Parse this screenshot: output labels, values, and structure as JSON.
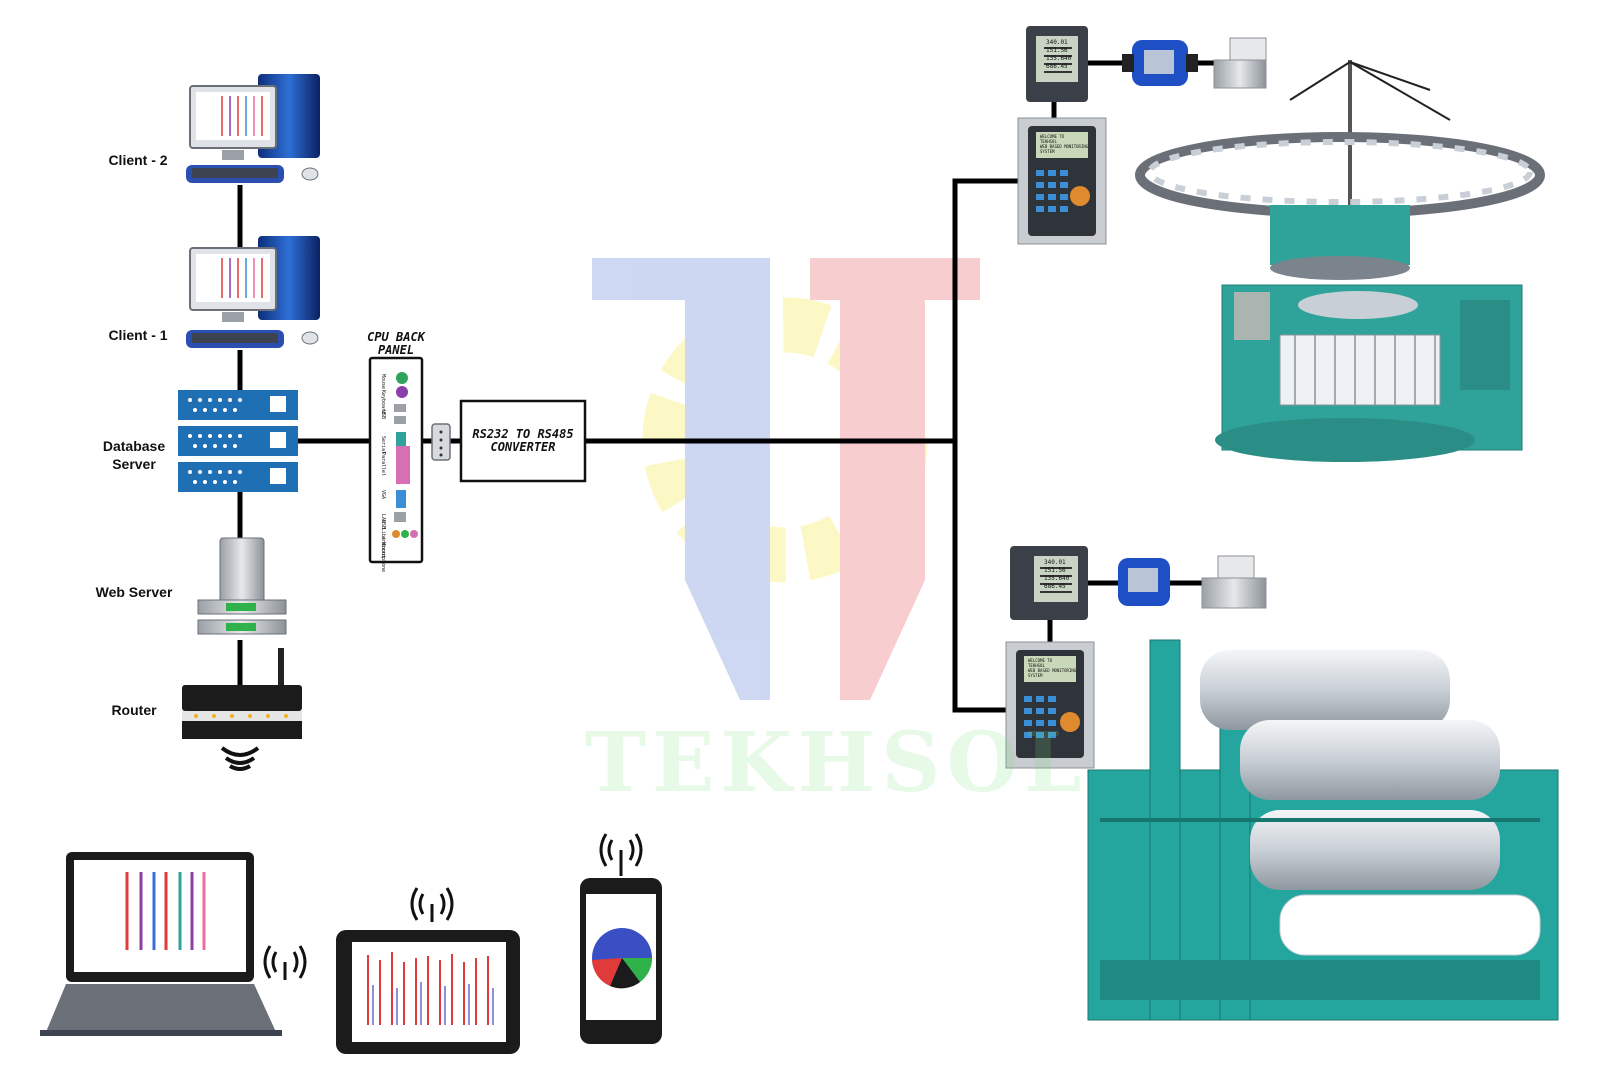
{
  "labels": {
    "client2": "Client - 2",
    "client1": "Client - 1",
    "database_server": "Database Server",
    "web_server": "Web Server",
    "router": "Router",
    "cpu_back_panel": "CPU BACK PANEL",
    "converter": "RS232 TO RS485 CONVERTER"
  },
  "watermark": "TEKHSOL",
  "meter_readings": [
    "340.01",
    "151.56",
    "135.640",
    "686.45"
  ],
  "controller_screen": [
    "WELCOME TO",
    "TEKHSOL",
    "WEB BASED MONITORING",
    "SYSTEM"
  ],
  "panel_ports": [
    "Mouse",
    "Keyboard",
    "USB",
    "Serial",
    "Parallel",
    "VGA",
    "LAN",
    "USB",
    "Line in",
    "Line out",
    "Microphone"
  ],
  "colors": {
    "server_blue": "#1f6fb5",
    "machine_teal": "#2fa39a",
    "chart_red": "#e03a3a"
  }
}
